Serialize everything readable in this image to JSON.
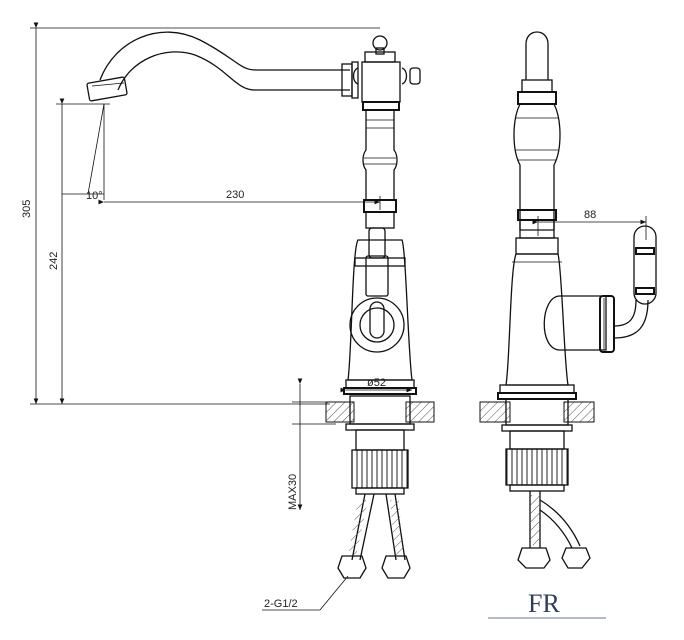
{
  "dimensions": {
    "total_height": "305",
    "spout_height": "242",
    "angle": "10°",
    "reach": "230",
    "handle_offset": "88",
    "base_diameter": "ø52",
    "max_thickness": "MAX30",
    "connection": "2-G1/2"
  },
  "logo": {
    "letters": "FR",
    "color": "#2f3d5a"
  },
  "colors": {
    "line": "#111111",
    "hatch": "#555555"
  }
}
